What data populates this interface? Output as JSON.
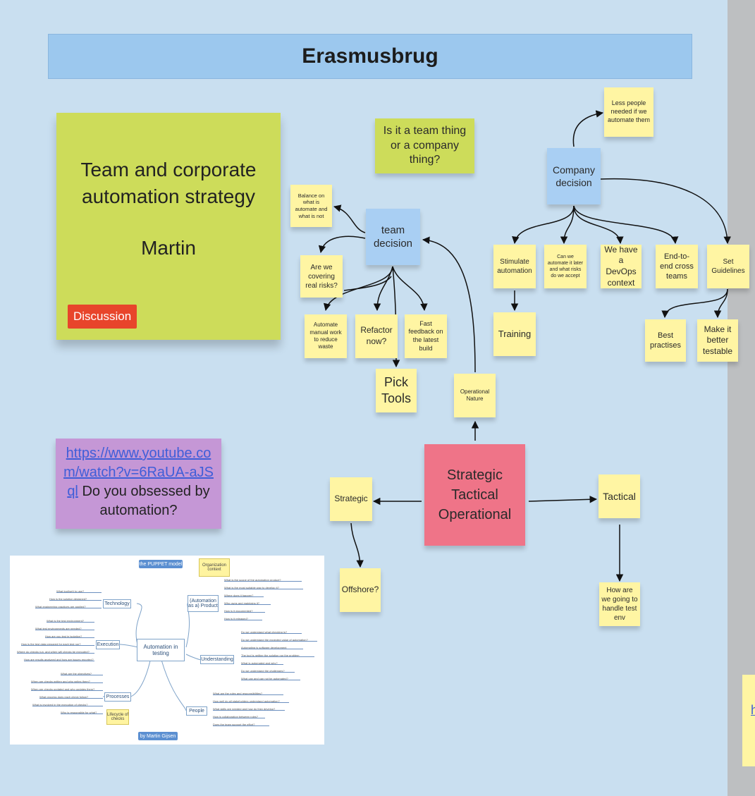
{
  "board_title": "Erasmusbrug",
  "main_note": {
    "title": "Team and corporate automation strategy",
    "author": "Martin",
    "tag": "Discussion"
  },
  "notes": {
    "team_thing": "Is it a team thing or a company thing?",
    "less_people": "Less people needed if we automate them",
    "company_decision": "Company decision",
    "team_decision": "team decision",
    "balance": "Balance on what is automate and what is not",
    "covering_risks": "Are we covering real risks?",
    "automate_manual": "Automate manual work to reduce waste",
    "refactor": "Refactor now?",
    "fast_feedback": "Fast feedback on the latest build",
    "pick_tools": "Pick Tools",
    "operational_nature": "Operational Nature",
    "stimulate": "Stimulate automation",
    "automate_later": "Can we automate it later and what risks do we accept",
    "devops": "We have a DevOps context",
    "end_to_end": "End-to-end cross teams",
    "set_guidelines": "Set Guidelines",
    "training": "Training",
    "best_practises": "Best practises",
    "make_testable": "Make it better testable",
    "strategic_center": "Strategic Tactical Operational",
    "strategic": "Strategic",
    "tactical": "Tactical",
    "offshore": "Offshore?",
    "test_env": "How are we going to handle test env"
  },
  "purple_note": {
    "link": "https://www.youtube.com/watch?v=6RaUA-aJSql",
    "text": "Do you obsessed by automation?"
  },
  "mindmap": {
    "header": "the PUPPET model",
    "center": "Automation in testing",
    "org_context": "Organization context",
    "lifecycle": "Lifecycle of checks",
    "footer": "by Martin Gijsen",
    "branches": {
      "technology": "Technology",
      "execution": "Execution",
      "processes": "Processes",
      "product": "(Automation as a) Product",
      "understanding": "Understanding",
      "people": "People"
    },
    "technology_items": [
      "What tool(set) to use?",
      "How is the solution designed?",
      "What engineering practices are applied?"
    ],
    "execution_items": [
      "What is the test environment?",
      "What test environments are needed?",
      "How are you test in isolation?",
      "How is the test data prepared for each test run?",
      "Where do checks run, and when will checks be executed?",
      "How are results analyzed and how are issues reported?"
    ],
    "processes_items": [
      "What are the objectives?",
      "When are checks written and who writes them?",
      "When are checks updated and who updates them?",
      "What process does each check follow?",
      "What is involved in the execution of checks?",
      "Who is responsible for what?"
    ],
    "product_items": [
      "What is the scope of the automation product?",
      "What is the most suitable way to develop it?",
      "Where does it happen?",
      "Who owns and maintains it?",
      "How is it documented?",
      "How is it released?"
    ],
    "understanding_items": [
      "Do we understand what checking is?",
      "Do we understand the expected value of automation?",
      "Automating is software development",
      "The tool is neither the solution nor the problem",
      "What is automated and why?",
      "Do we understand the challenges?",
      "What can and can not be automated?"
    ],
    "people_items": [
      "What are the roles and responsibilities?",
      "How well do all stakeholders understand automation?",
      "What skills are needed and how do they develop?",
      "How is collaboration between roles?",
      "Does the team support the effort?"
    ]
  },
  "edge_note_text": "h"
}
